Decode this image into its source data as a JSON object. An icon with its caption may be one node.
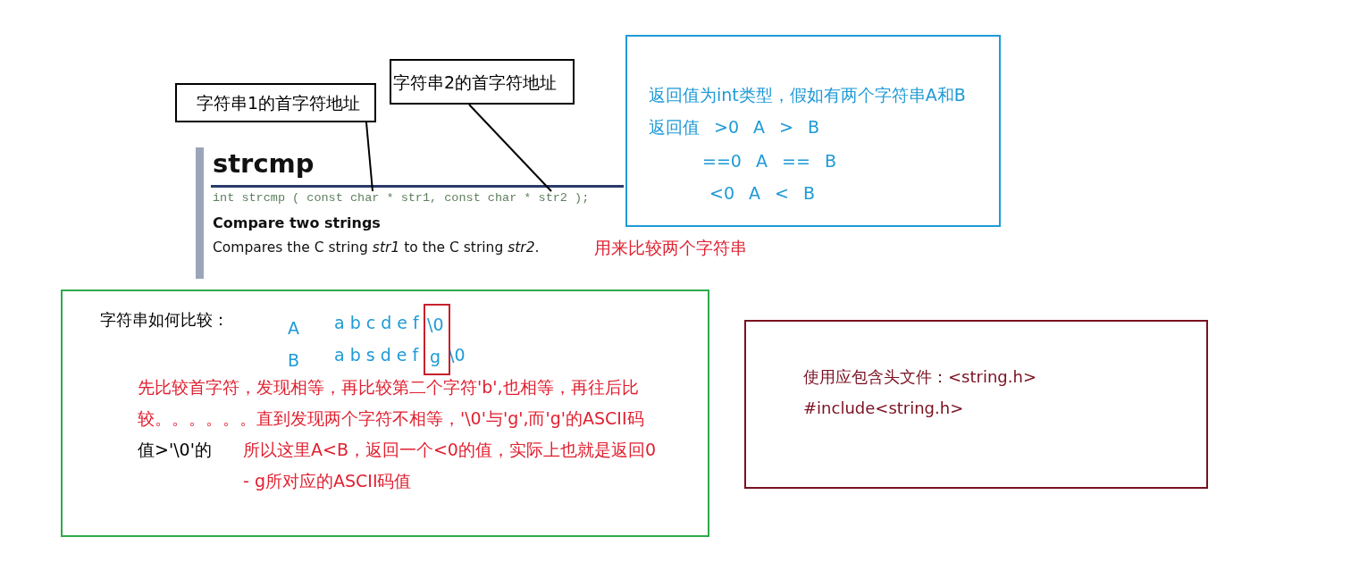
{
  "diagram": {
    "nodes": [
      {
        "text": [
          "字符串1的首字符地址"
        ]
      },
      {
        "text": [
          "字符串2的首字符地址"
        ]
      },
      {
        "text": [
          "返回值为int类型，假如有两个字符串A和B",
          "返回值 >0 A > B",
          "==0 A == B",
          "<0 A < B"
        ]
      },
      {
        "text": [
          "字符串如何比较：",
          "A",
          "a b c d e f",
          "B",
          "a b s d e f",
          "\\0",
          "先比较首字符，发现相等，再比较第二个字符'b',也相等，再往后比较。。。。。。直到发现两个字符不相等，'\\0'与'g',而'g'的ASCII码",
          "值>'\\0'的",
          "所以这里A<B，返回一个<0的值，实际上也就是返回0 - g所对应的ASCII码值"
        ]
      },
      {
        "text": [
          "\\0",
          "g"
        ],
        "in": 3
      },
      {
        "text": [
          "使用应包含头文件：<string.h>",
          "#include<string.h>"
        ]
      },
      {
        "text": [
          "int strcmp ( const char * str1, const char * str2 );"
        ]
      }
    ],
    "edges": [
      {
        "from": 0,
        "to": 6,
        "arrow": "none"
      },
      {
        "from": 1,
        "to": 6,
        "arrow": "none"
      }
    ],
    "labels": [
      "strcmp",
      "Compare two strings",
      "Compares the C string *str1* to the C string *str2*.",
      "用来比较两个字符串"
    ]
  }
}
